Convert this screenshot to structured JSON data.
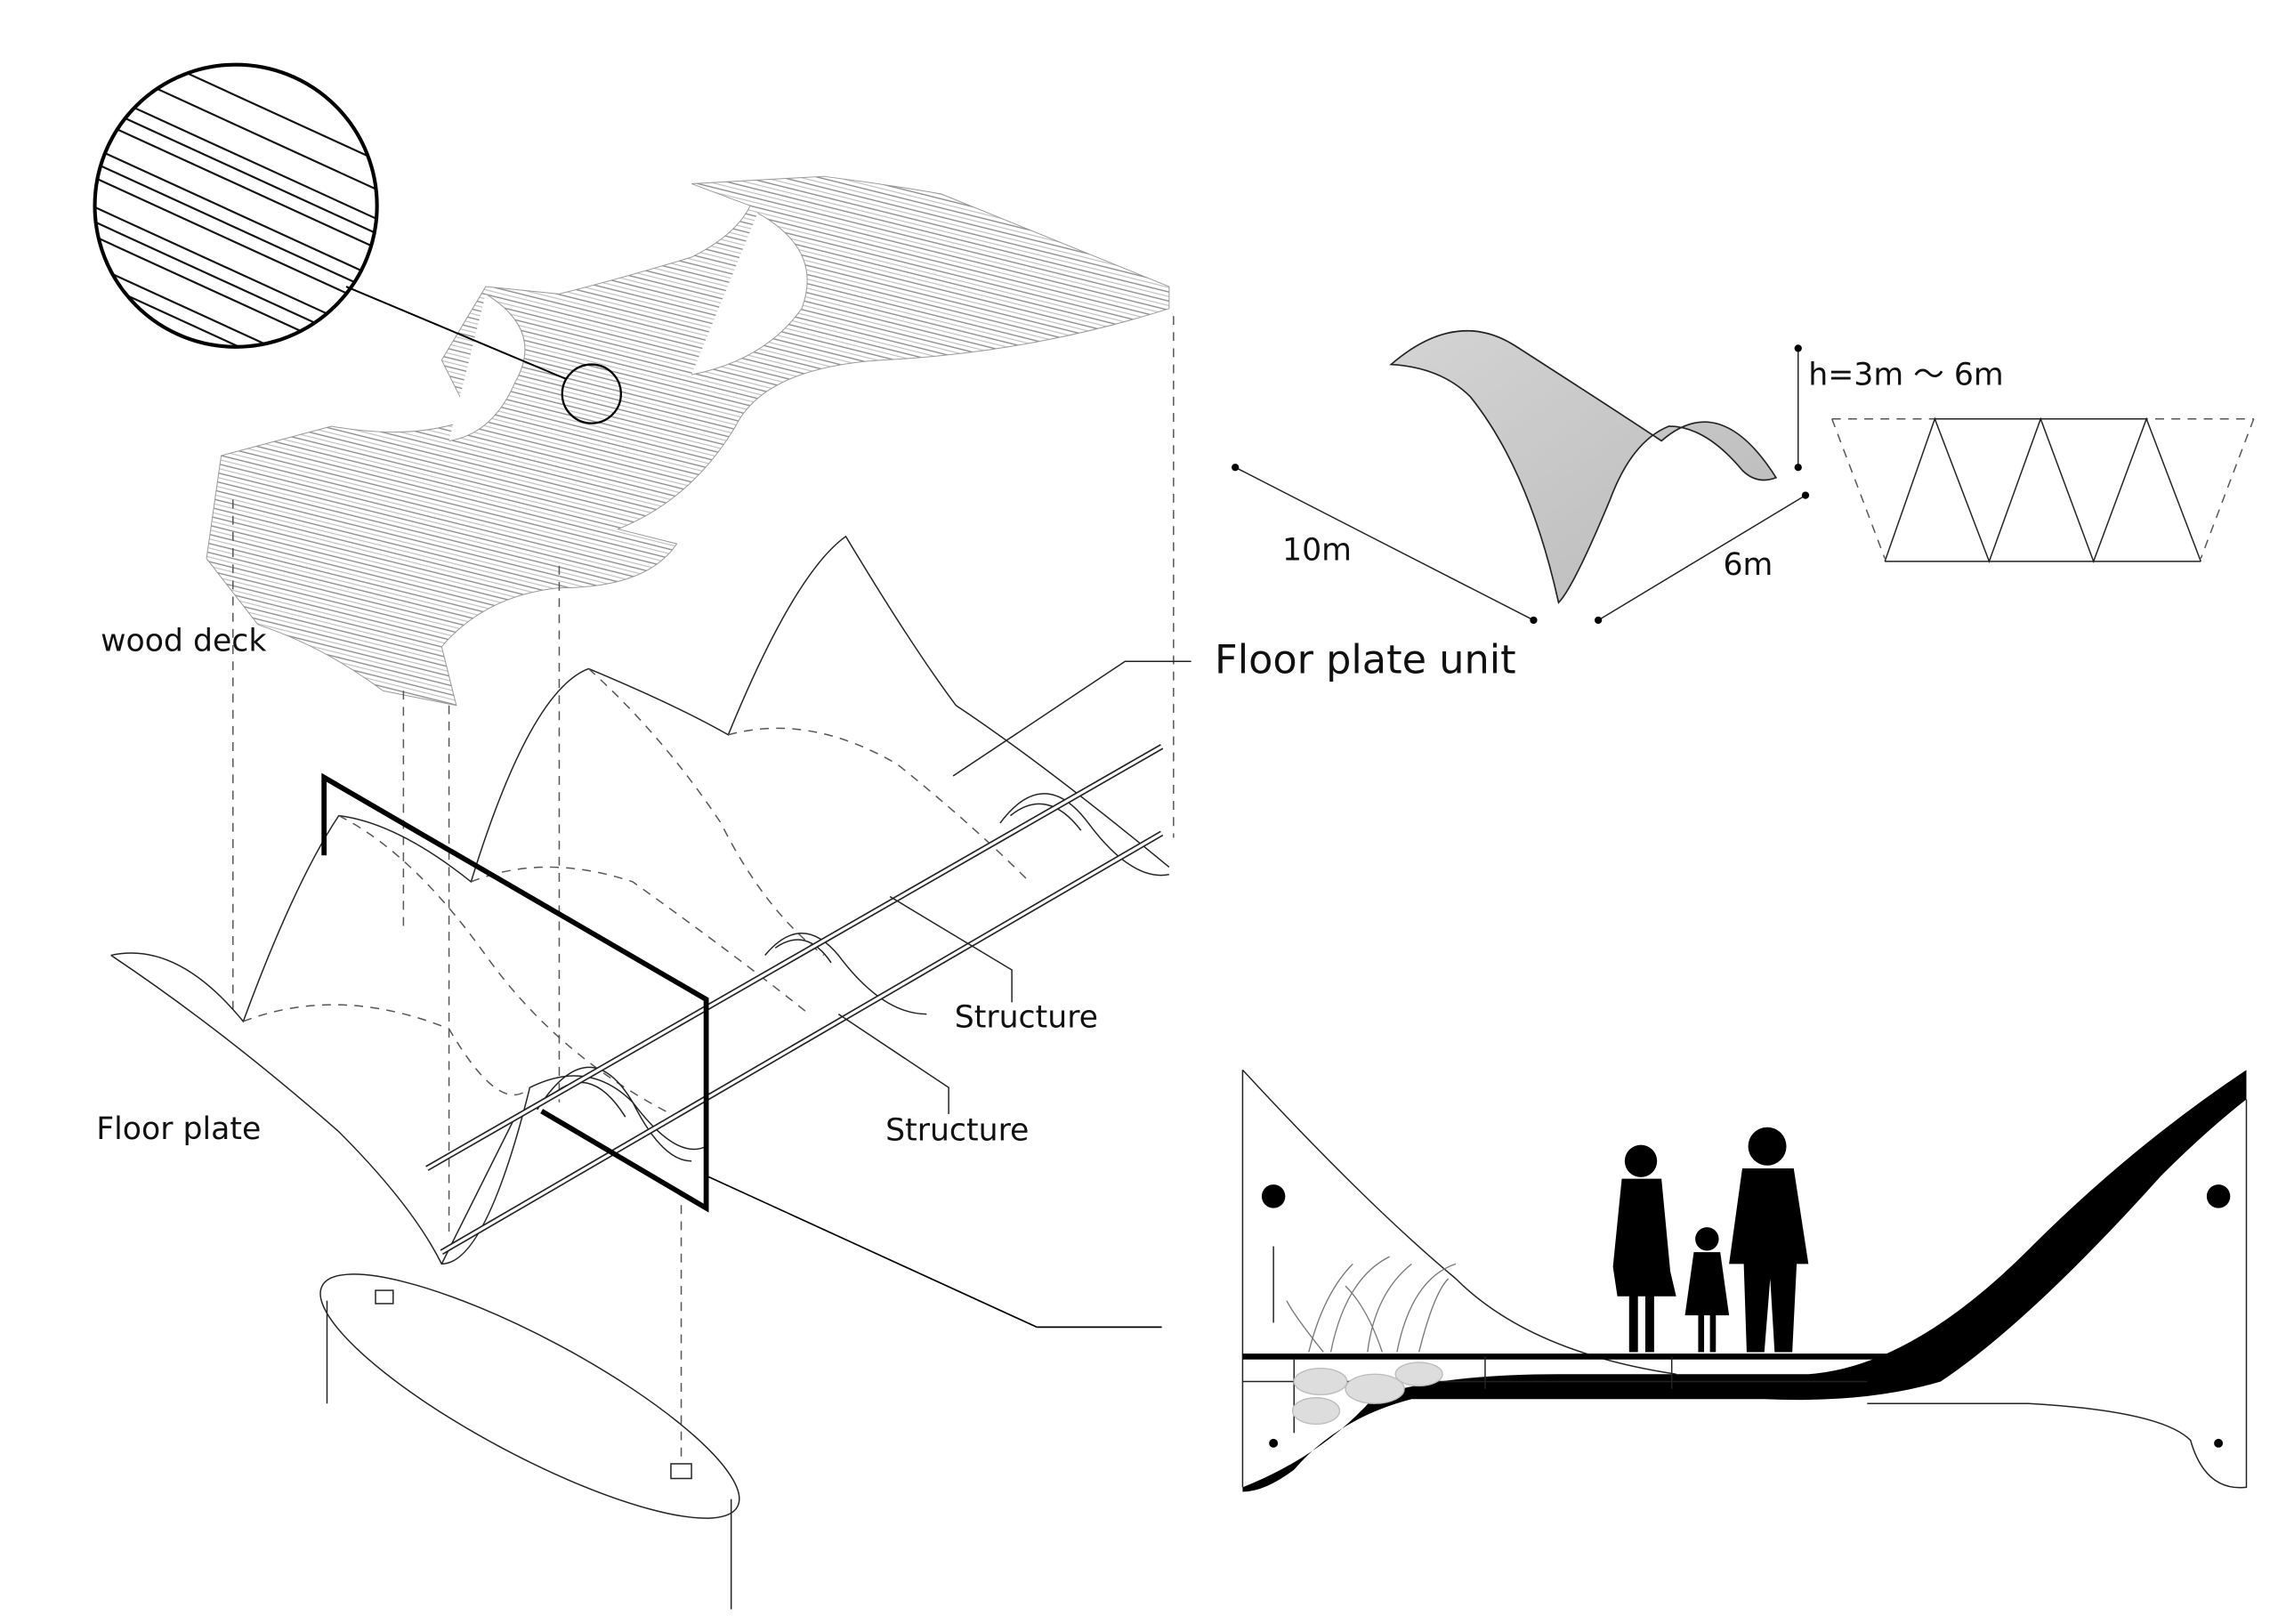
{
  "labels": {
    "wood_deck": "wood deck",
    "floor_plate_unit": "Floor plate unit",
    "height_range": "h=3m ～ 6m",
    "length": "10m",
    "width": "6m",
    "structure_1": "Structure",
    "structure_2": "Structure",
    "floor_plate": "Floor plate"
  },
  "colors": {
    "line": "#222222",
    "shell_fill": "#c9c9c9",
    "deck_line": "#9a9a9a"
  }
}
